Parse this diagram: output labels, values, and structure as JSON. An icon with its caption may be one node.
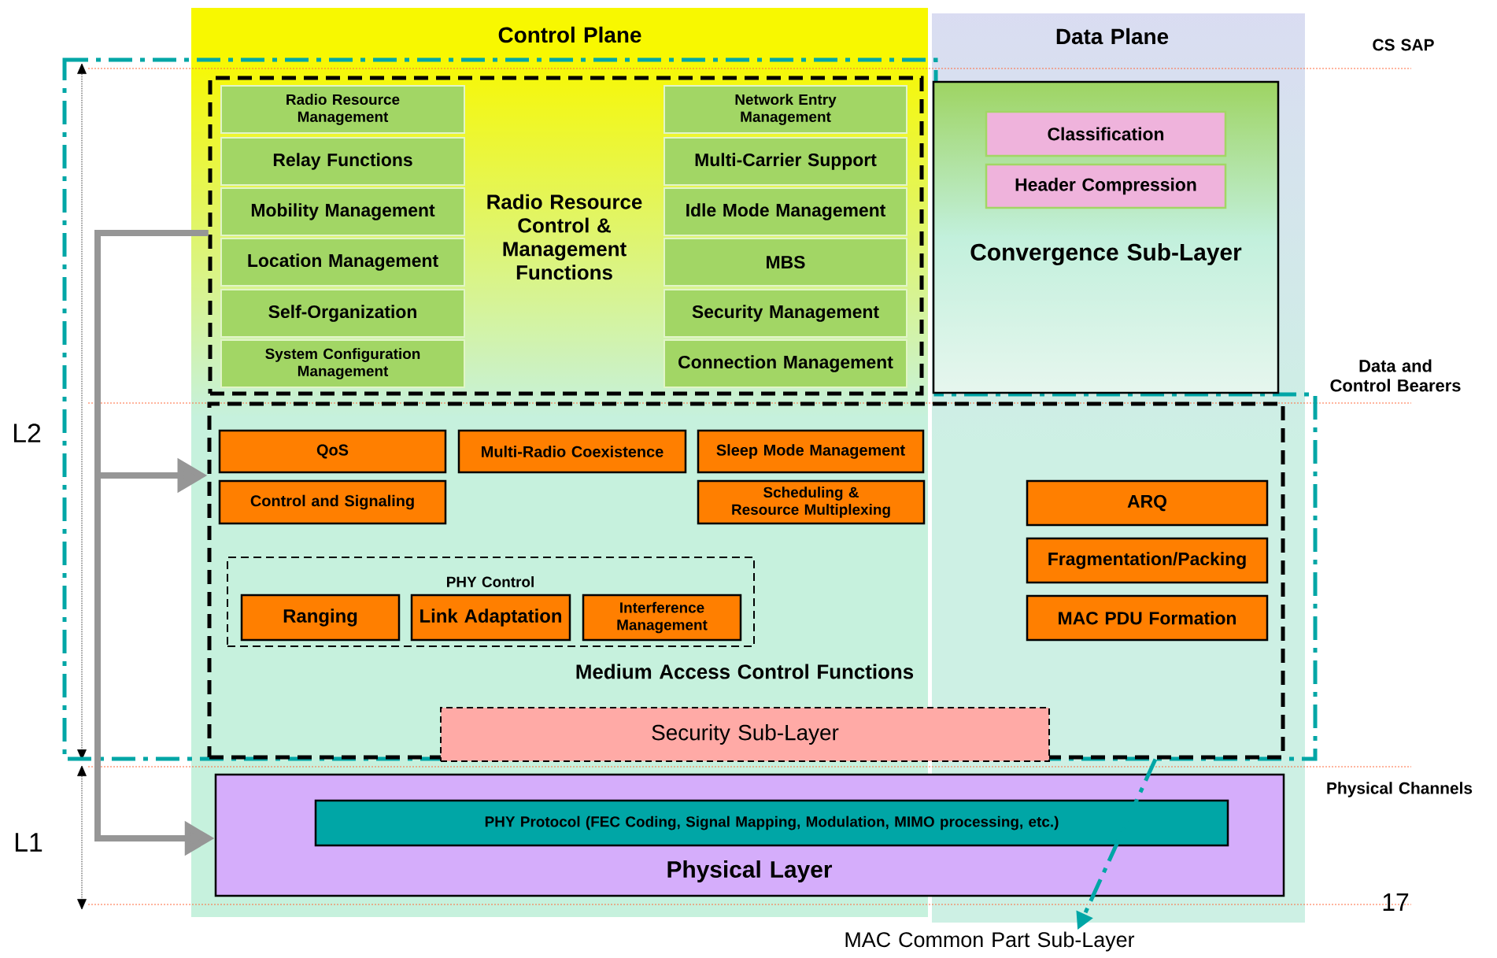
{
  "diagram": {
    "nodes": [
      {
        "text": [
          "Control Plane"
        ]
      },
      {
        "text": [
          "Data Plane"
        ]
      },
      {
        "text": [
          "Radio Resource Control & Management Functions"
        ],
        "in": 0
      },
      {
        "text": [
          "Radio Resource Management"
        ],
        "in": 2
      },
      {
        "text": [
          "Relay Functions"
        ],
        "in": 2
      },
      {
        "text": [
          "Mobility Management"
        ],
        "in": 2
      },
      {
        "text": [
          "Location Management"
        ],
        "in": 2
      },
      {
        "text": [
          "Self-Organization"
        ],
        "in": 2
      },
      {
        "text": [
          "System Configuration Management"
        ],
        "in": 2
      },
      {
        "text": [
          "Network Entry Management"
        ],
        "in": 2
      },
      {
        "text": [
          "Multi-Carrier Support"
        ],
        "in": 2
      },
      {
        "text": [
          "Idle Mode Management"
        ],
        "in": 2
      },
      {
        "text": [
          "MBS"
        ],
        "in": 2
      },
      {
        "text": [
          "Security Management"
        ],
        "in": 2
      },
      {
        "text": [
          "Connection Management"
        ],
        "in": 2
      },
      {
        "text": [
          "Convergence Sub-Layer"
        ],
        "in": 1
      },
      {
        "text": [
          "Classification"
        ],
        "in": 15
      },
      {
        "text": [
          "Header Compression"
        ],
        "in": 15
      },
      {
        "text": [
          "Medium Access Control Functions"
        ]
      },
      {
        "text": [
          "QoS"
        ]
      },
      {
        "text": [
          "Multi-Radio Coexistence"
        ]
      },
      {
        "text": [
          "Sleep Mode Management"
        ]
      },
      {
        "text": [
          "Control and Signaling"
        ]
      },
      {
        "text": [
          "Scheduling & Resource Multiplexing"
        ]
      },
      {
        "text": [
          "PHY Control"
        ]
      },
      {
        "text": [
          "Ranging"
        ],
        "in": 24
      },
      {
        "text": [
          "Link Adaptation"
        ],
        "in": 24
      },
      {
        "text": [
          "Interference Management"
        ],
        "in": 24
      },
      {
        "text": [
          "ARQ"
        ]
      },
      {
        "text": [
          "Fragmentation/Packing"
        ]
      },
      {
        "text": [
          "MAC PDU Formation"
        ]
      },
      {
        "text": [
          "Security Sub-Layer"
        ],
        "in": 18
      },
      {
        "text": [
          "Physical Layer"
        ]
      },
      {
        "text": [
          "PHY Protocol (FEC Coding, Signal Mapping, Modulation, MIMO processing, etc.)"
        ],
        "in": 32
      },
      {
        "text": [
          "MAC Common Part Sub-Layer"
        ]
      }
    ],
    "edges": [
      {
        "from": 2,
        "to": 18,
        "arrow": "to"
      },
      {
        "from": 2,
        "to": 32,
        "arrow": "to"
      },
      {
        "from": 18,
        "to": 34,
        "arrow": "to",
        "style": "dashed",
        "color": "#00a6a6"
      }
    ],
    "labels": [
      "CS SAP",
      "Data and Control Bearers",
      "L2",
      "Physical Channels",
      "L1",
      "17"
    ]
  }
}
